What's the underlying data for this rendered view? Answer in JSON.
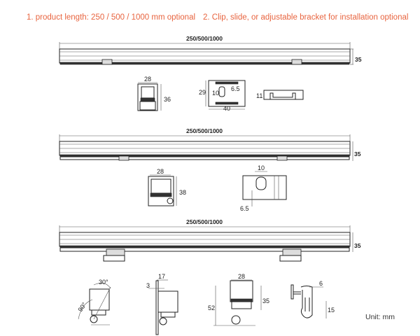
{
  "notes": {
    "note_1": "1. product length: 250 / 500 / 1000 mm optional",
    "note_2": "2. Clip, slide, or adjustable bracket for installation optional",
    "accent_color": "#e8643f"
  },
  "clip_variant": {
    "length_label": "250/500/1000",
    "height_label": "35",
    "end_cap": {
      "width": "28",
      "height": "36"
    },
    "clip_plate": {
      "height": "29",
      "slot_height": "10",
      "slot_width": "6.5",
      "width": "40"
    },
    "clip_side": {
      "height": "11"
    }
  },
  "slide_variant": {
    "length_label": "250/500/1000",
    "height_label": "35",
    "end_cap": {
      "width": "28",
      "height": "38"
    },
    "slide_plate": {
      "slot_width": "10",
      "slot_offset": "6.5"
    }
  },
  "bracket_variant": {
    "length_label": "250/500/1000",
    "height_label": "35",
    "angle_view": {
      "tilt": "30°",
      "base_angle": "90°"
    },
    "side_view": {
      "width": "17",
      "thickness": "3"
    },
    "front_view": {
      "width": "28",
      "total_height": "52",
      "body_height": "35"
    },
    "bracket_detail": {
      "width": "6",
      "slot_length": "15"
    }
  },
  "unit_label": "Unit: mm"
}
